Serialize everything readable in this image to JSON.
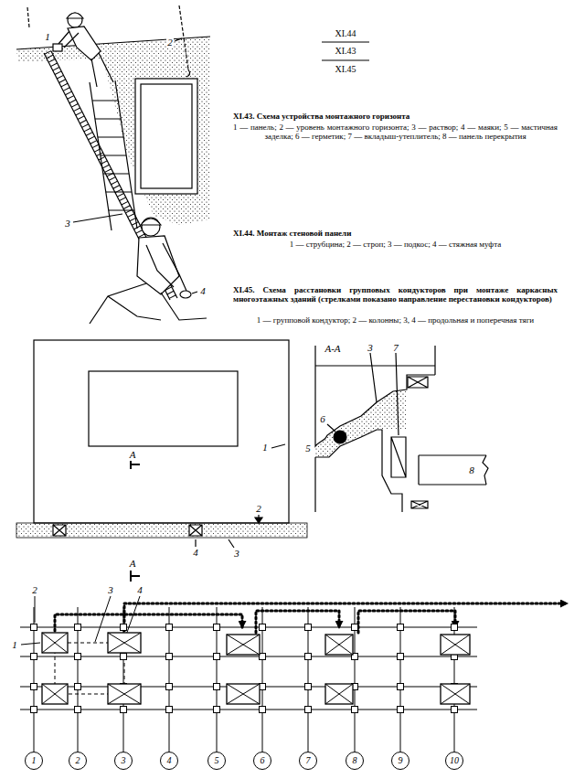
{
  "diagram": {
    "nodes": [
      {
        "text": [
          "1"
        ]
      },
      {
        "text": [
          "2"
        ]
      },
      {
        "text": [
          "3"
        ]
      },
      {
        "text": [
          "4"
        ]
      },
      {
        "text": [
          "5"
        ]
      },
      {
        "text": [
          "6"
        ]
      },
      {
        "text": [
          "7"
        ]
      },
      {
        "text": [
          "8"
        ]
      },
      {
        "text": [
          "9"
        ]
      },
      {
        "text": [
          "10"
        ]
      }
    ],
    "labels": [
      "XI.44",
      "XI.43",
      "XI.45",
      "XI.43. Схема устройства монтажного горизонта",
      "1 — панель; 2 — уровень монтажного горизонта; 3 — раствор; 4 — маяки; 5 — мастичная заделка; 6 — герметик; 7 — вкладыш-утеплитель; 8 — панель перекрытия",
      "XI.44. Монтаж стеновой панели",
      "1 — струбцина; 2 — строп; 3 — подкос; 4 — стяжная муфта",
      "XI.45. Схема расстановки групповых кондукторов при монтаже каркасных многоэтажных зданий (стрелками показано направление перестановки кондукторов)",
      "1 — групповой кондуктор; 2 — колонны; 3, 4 — продольная и поперечная тяги",
      "1",
      "2",
      "3",
      "4",
      "А",
      "1",
      "2",
      "4",
      "3",
      "А",
      "А-А",
      "3",
      "7",
      "6",
      "5",
      "8",
      "2",
      "3",
      "4",
      "1"
    ]
  }
}
